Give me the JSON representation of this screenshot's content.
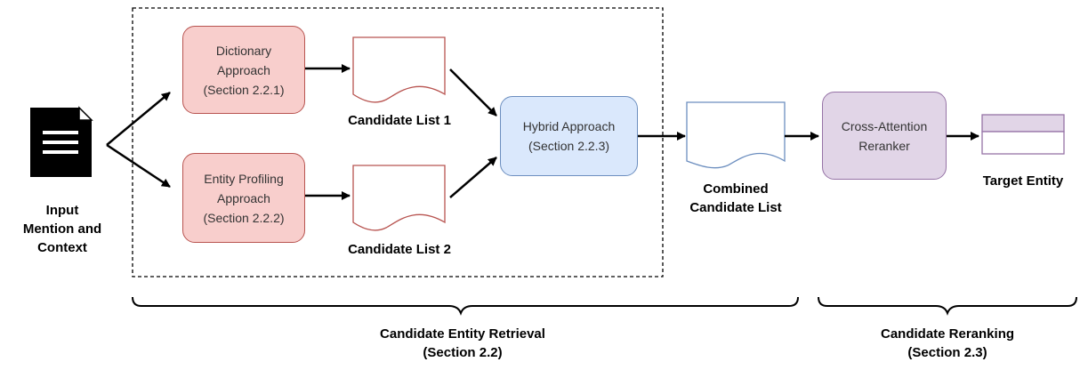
{
  "input": {
    "lines": [
      "Input",
      "Mention and",
      "Context"
    ],
    "icon": "document-icon"
  },
  "methods": {
    "dictionary": {
      "lines": [
        "Dictionary",
        "Approach",
        "(Section 2.2.1)"
      ]
    },
    "profiling": {
      "lines": [
        "Entity Profiling",
        "Approach",
        "(Section 2.2.2)"
      ]
    }
  },
  "candidate_list_1": "Candidate List 1",
  "candidate_list_2": "Candidate List 2",
  "hybrid": {
    "lines": [
      "Hybrid Approach",
      "(Section 2.2.3)"
    ]
  },
  "combined": {
    "lines": [
      "Combined",
      "Candidate List"
    ]
  },
  "reranker": {
    "lines": [
      "Cross-Attention",
      "Reranker"
    ]
  },
  "target": "Target Entity",
  "phases": {
    "retrieval": {
      "lines": [
        "Candidate Entity Retrieval",
        "(Section 2.2)"
      ]
    },
    "reranking": {
      "lines": [
        "Candidate Reranking",
        "(Section 2.3)"
      ]
    }
  },
  "colors": {
    "red_fill": "#f8cecc",
    "red_stroke": "#b85450",
    "blue_fill": "#dae8fc",
    "blue_stroke": "#6c8ebf",
    "purple_fill": "#e1d5e7",
    "purple_stroke": "#9673a6"
  }
}
